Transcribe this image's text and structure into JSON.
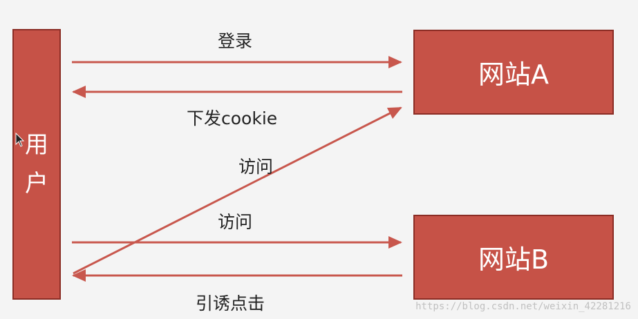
{
  "nodes": {
    "user": [
      "用",
      "户"
    ],
    "site_a": "网站A",
    "site_b": "网站B"
  },
  "edges": {
    "login": "登录",
    "issue_cookie": "下发cookie",
    "visit_diag": "访问",
    "visit": "访问",
    "induce_click": "引诱点击"
  },
  "watermark": "https://blog.csdn.net/weixin_42281216",
  "colors": {
    "box_fill": "#c65247",
    "arrow": "#c8574d",
    "background": "#f4f4f4"
  }
}
